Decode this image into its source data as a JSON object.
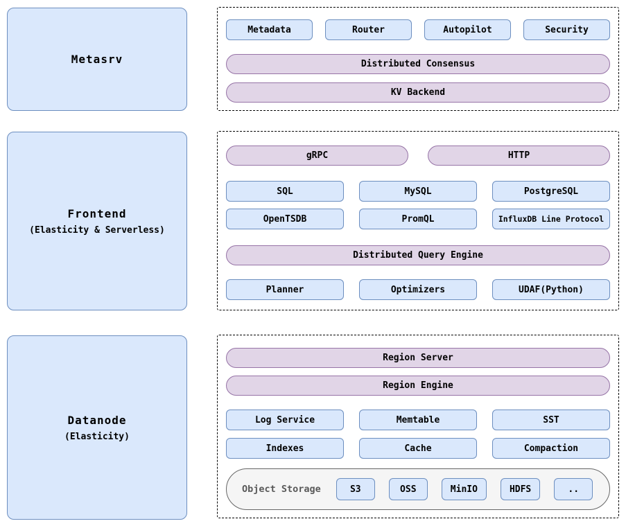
{
  "colors": {
    "blue_fill": "#dae8fc",
    "blue_border": "#6c8ebf",
    "purple_fill": "#e1d5e7",
    "purple_border": "#9673a6",
    "gray_fill": "#f5f5f5",
    "gray_border": "#666666"
  },
  "metasrv": {
    "label": "Metasrv",
    "boxes": [
      "Metadata",
      "Router",
      "Autopilot",
      "Security"
    ],
    "pills": [
      "Distributed Consensus",
      "KV Backend"
    ]
  },
  "frontend": {
    "label": "Frontend",
    "sublabel": "(Elasticity & Serverless)",
    "protocol_pills": [
      "gRPC",
      "HTTP"
    ],
    "api_row1": [
      "SQL",
      "MySQL",
      "PostgreSQL"
    ],
    "api_row2": [
      "OpenTSDB",
      "PromQL",
      "InfluxDB Line Protocol"
    ],
    "engine_pill": "Distributed Query Engine",
    "engine_row": [
      "Planner",
      "Optimizers",
      "UDAF(Python)"
    ]
  },
  "datanode": {
    "label": "Datanode",
    "sublabel": "(Elasticity)",
    "pills": [
      "Region Server",
      "Region Engine"
    ],
    "row1": [
      "Log Service",
      "Memtable",
      "SST"
    ],
    "row2": [
      "Indexes",
      "Cache",
      "Compaction"
    ],
    "object_storage": {
      "label": "Object Storage",
      "options": [
        "S3",
        "OSS",
        "MinIO",
        "HDFS",
        ".."
      ]
    }
  }
}
